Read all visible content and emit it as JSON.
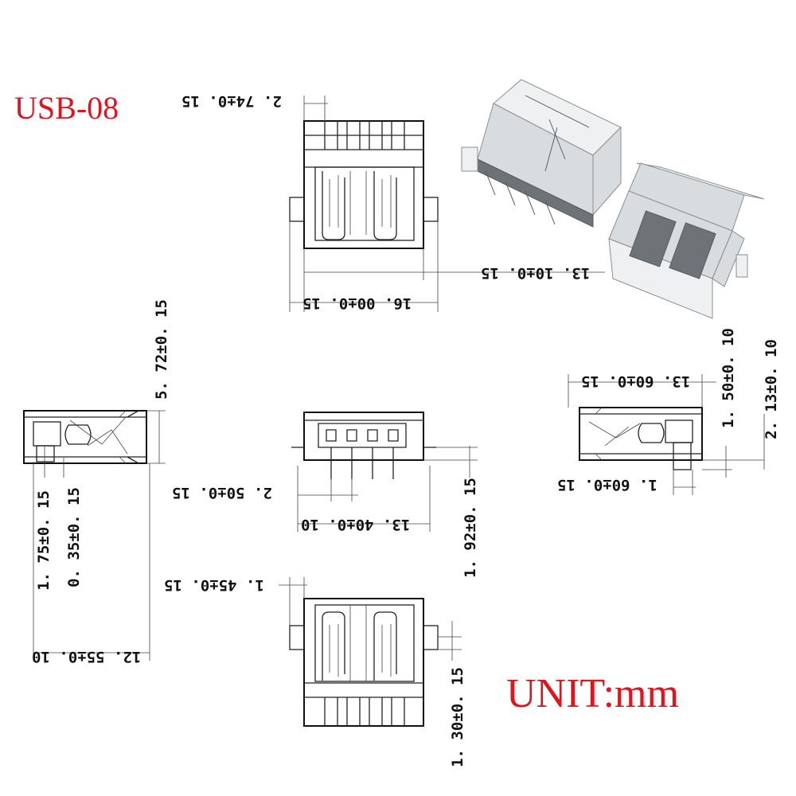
{
  "title": "USB-08",
  "unit": "UNIT:mm",
  "dimensions": {
    "top_pitch": "2. 74±0. 15",
    "top_width": "16. 00±0. 15",
    "top_length": "13. 10±0. 15",
    "left_height": "5. 72±0. 15",
    "left_a": "1. 75±0. 15",
    "left_b": "0. 35±0. 15",
    "left_length": "12. 55±0. 10",
    "front_pitch": "2. 50±0. 15",
    "front_span": "13. 40±0. 10",
    "front_height": "1. 92±0. 15",
    "bottom_pitch": "1. 45±0. 15",
    "bottom_height": "1. 30±0. 15",
    "right_length": "13. 60±0. 15",
    "right_a": "1. 50±0. 10",
    "right_b": "2. 13±0. 10",
    "right_c": "1. 60±0. 15"
  }
}
